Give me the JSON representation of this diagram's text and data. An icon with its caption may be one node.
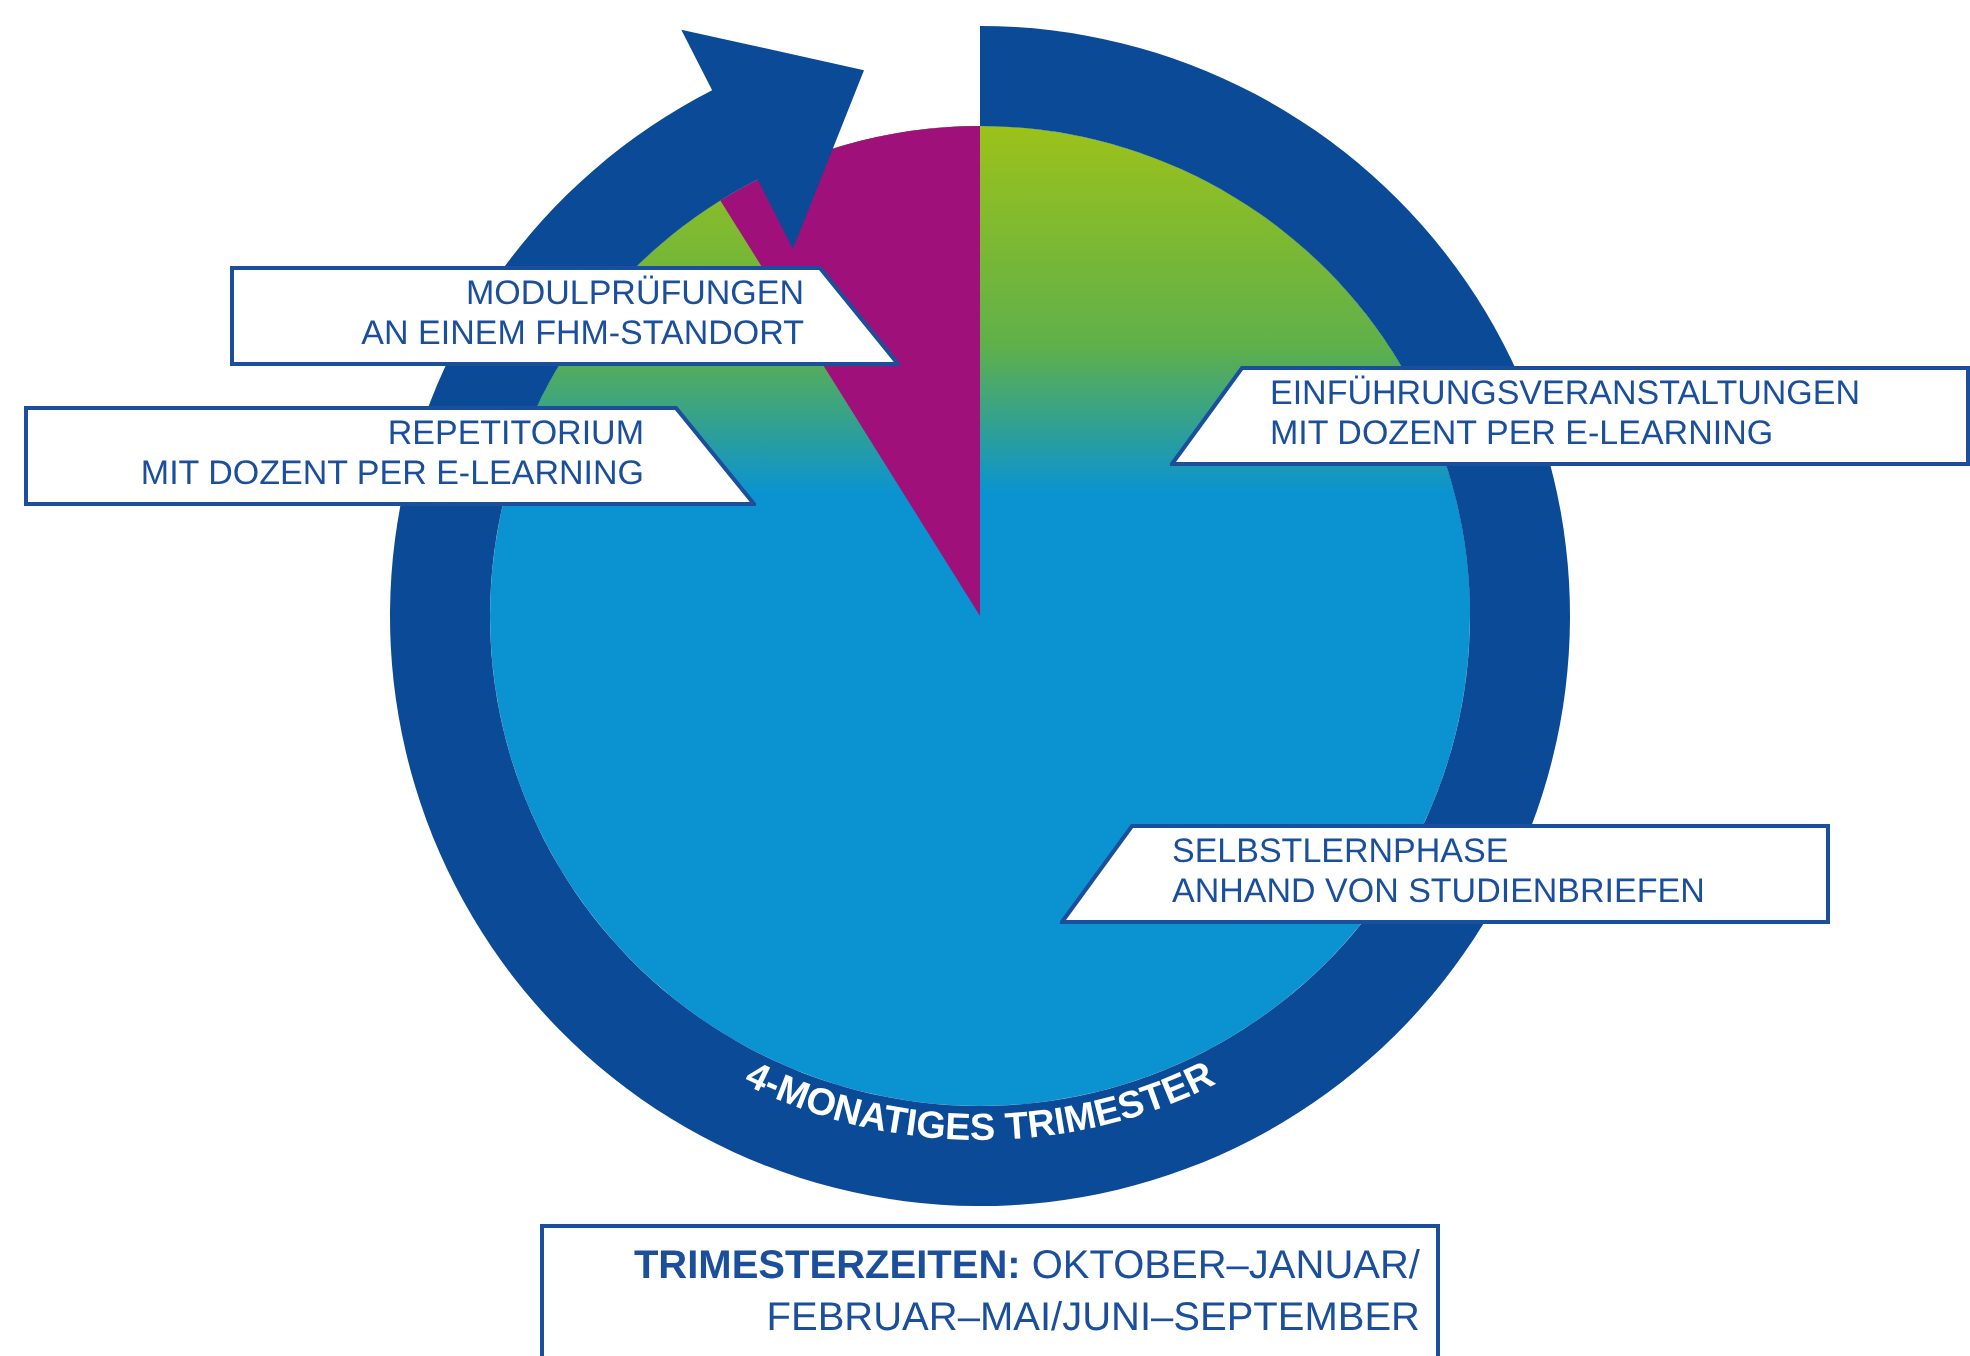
{
  "diagram": {
    "nodes": [
      {
        "text": [
          "MODULPRÜFUNGEN AN EINEM FHM-STANDORT"
        ]
      },
      {
        "text": [
          "EINFÜHRUNGSVERANSTALTUNGEN MIT DOZENT PER E-LEARNING"
        ]
      },
      {
        "text": [
          "REPETITORIUM MIT DOZENT PER E-LEARNING"
        ]
      },
      {
        "text": [
          "SELBSTLERNPHASE ANHAND VON STUDIENBRIEFEN"
        ]
      },
      {
        "text": [
          "**TRIMESTERZEITEN:** OKTOBER–JANUAR/ FEBRUAR–MAI/JUNI–SEPTEMBER"
        ]
      }
    ],
    "labels": [
      "4-MONATIGES TRIMESTER"
    ]
  }
}
